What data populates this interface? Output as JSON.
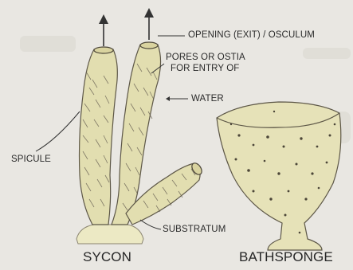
{
  "labels": {
    "osculum": "OPENING (EXIT) / OSCULUM",
    "pores_line1": "PORES OR OSTIA",
    "pores_line2": "FOR ENTRY OF",
    "water": "WATER",
    "spicule": "SPICULE",
    "substratum": "SUBSTRATUM",
    "sycon": "SYCON",
    "bathsponge": "BATHSPONGE"
  },
  "colors": {
    "background": "#e9e7e2",
    "sponge_fill": "#e4e1b6",
    "hair": "#6e6758",
    "line": "#333333"
  }
}
